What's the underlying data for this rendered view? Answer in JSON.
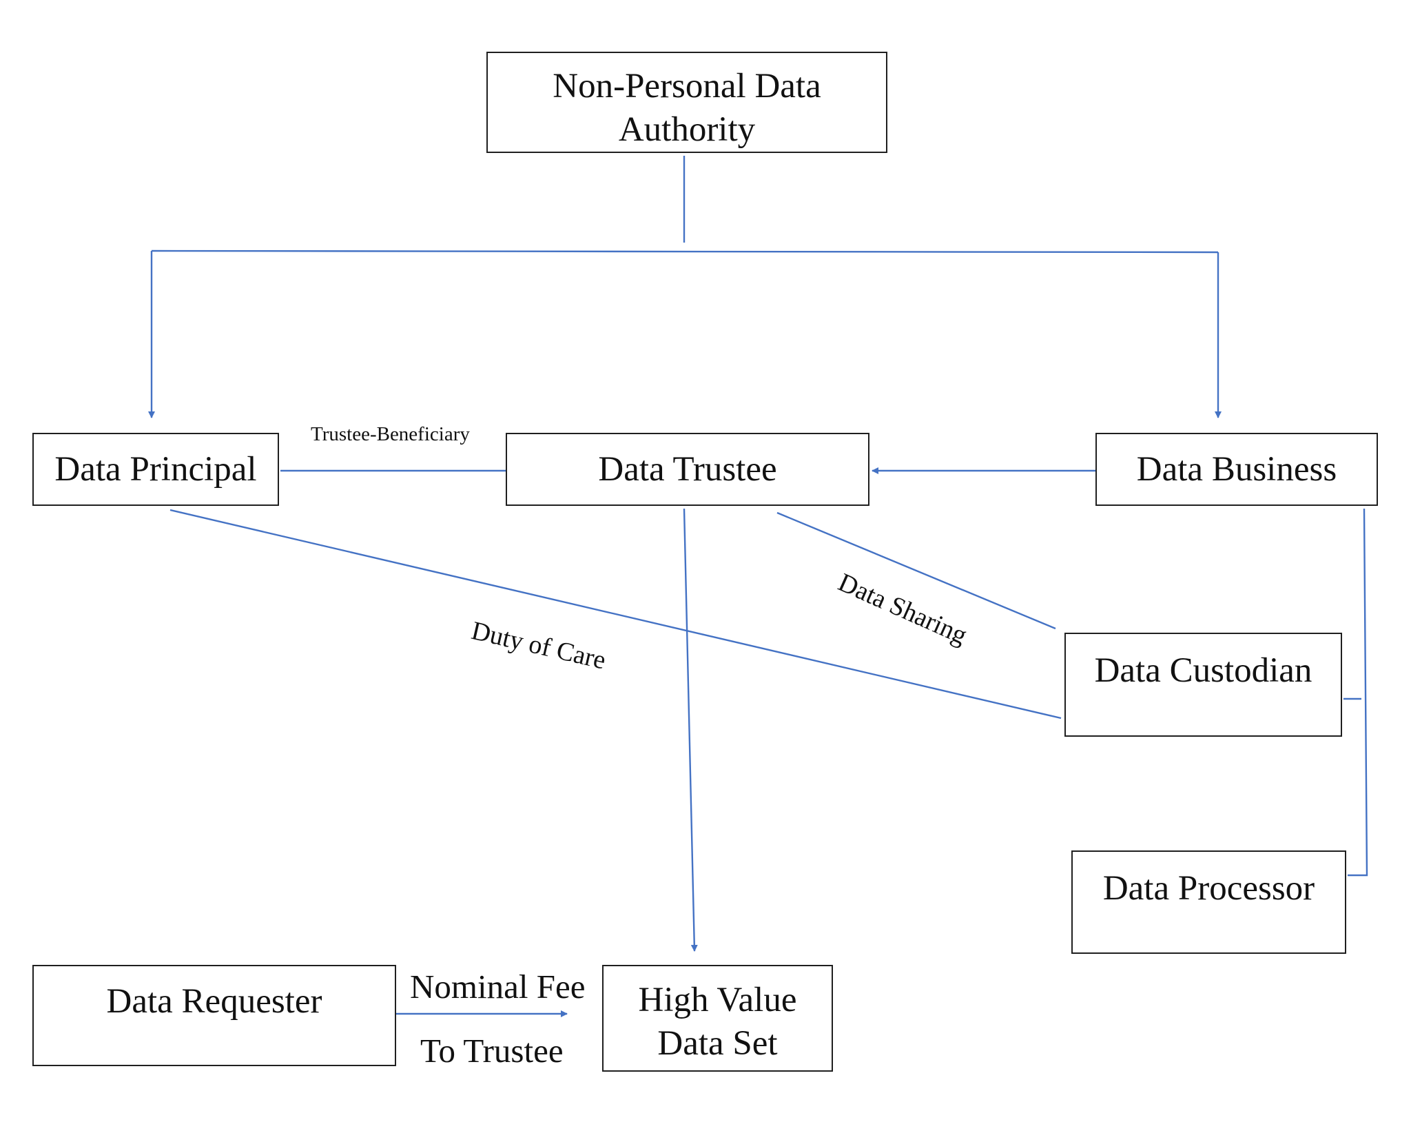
{
  "diagram": {
    "line_color": "#4472C4",
    "nodes": {
      "authority": {
        "line1": "Non-Personal Data",
        "line2": "Authority"
      },
      "principal": {
        "label": "Data Principal"
      },
      "trustee": {
        "label": "Data Trustee"
      },
      "business": {
        "label": "Data Business"
      },
      "custodian": {
        "label": "Data Custodian"
      },
      "processor": {
        "label": "Data Processor"
      },
      "requester": {
        "label": "Data Requester"
      },
      "hvds": {
        "line1": "High Value",
        "line2": "Data Set"
      }
    },
    "edge_labels": {
      "trustee_beneficiary": "Trustee-Beneficiary",
      "duty_of_care": "Duty of Care",
      "data_sharing": "Data Sharing",
      "nominal_fee": "Nominal Fee",
      "to_trustee": "To Trustee"
    }
  }
}
